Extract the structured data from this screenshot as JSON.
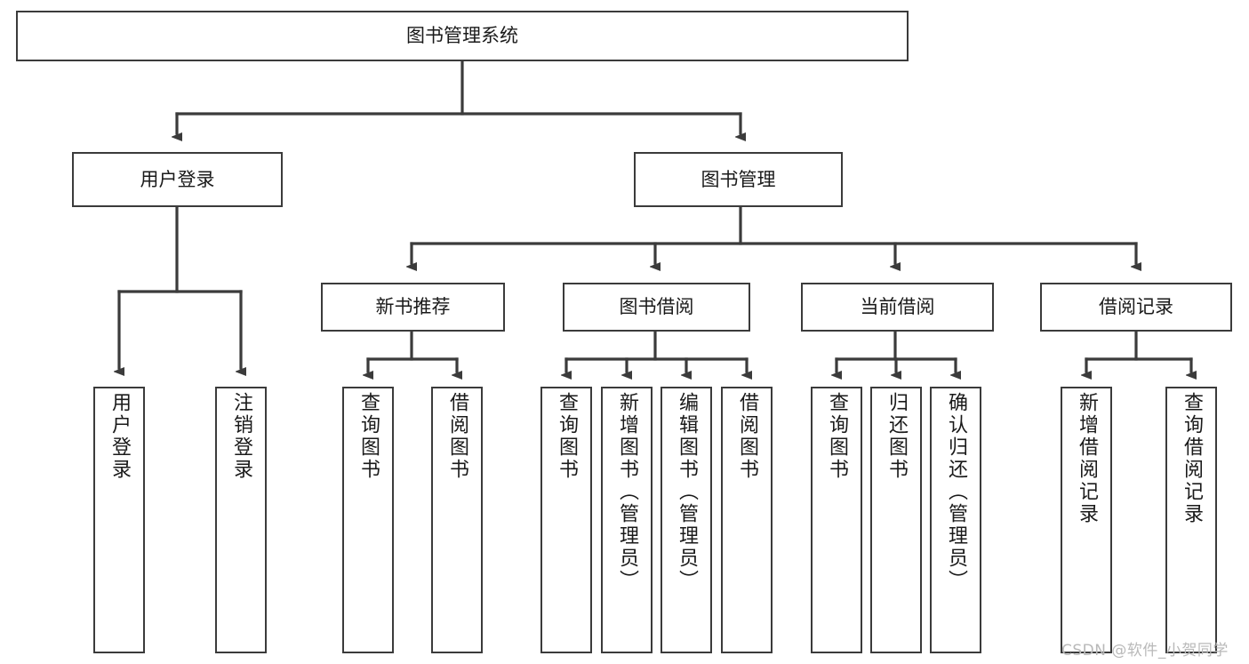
{
  "diagram": {
    "type": "tree",
    "title": "图书管理系统",
    "watermark": "CSDN @软件_小贺同学",
    "colors": {
      "stroke": "#3b3b3b",
      "fill": "#ffffff",
      "text": "#1a1a1a",
      "watermark": "#b9b9b9"
    },
    "nodes": {
      "root": {
        "label": "图书管理系统"
      },
      "user_login": {
        "label": "用户登录"
      },
      "book_manage": {
        "label": "图书管理"
      },
      "new_book_rec": {
        "label": "新书推荐"
      },
      "book_borrow": {
        "label": "图书借阅"
      },
      "current_borrow": {
        "label": "当前借阅"
      },
      "borrow_record": {
        "label": "借阅记录"
      },
      "leaf_user_login": {
        "label": "用户登录"
      },
      "leaf_logout": {
        "label": "注销登录"
      },
      "leaf_query_book_1": {
        "label": "查询图书"
      },
      "leaf_borrow_book_1": {
        "label": "借阅图书"
      },
      "leaf_query_book_2": {
        "label": "查询图书"
      },
      "leaf_add_book": {
        "label": "新增图书（管理员）"
      },
      "leaf_edit_book": {
        "label": "编辑图书（管理员）"
      },
      "leaf_borrow_book_2": {
        "label": "借阅图书"
      },
      "leaf_query_book_3": {
        "label": "查询图书"
      },
      "leaf_return_book": {
        "label": "归还图书"
      },
      "leaf_confirm_return": {
        "label": "确认归还（管理员）"
      },
      "leaf_add_record": {
        "label": "新增借阅记录"
      },
      "leaf_query_record": {
        "label": "查询借阅记录"
      }
    },
    "edges": [
      {
        "from": "root",
        "to": "user_login"
      },
      {
        "from": "root",
        "to": "book_manage"
      },
      {
        "from": "user_login",
        "to": "leaf_user_login"
      },
      {
        "from": "user_login",
        "to": "leaf_logout"
      },
      {
        "from": "book_manage",
        "to": "new_book_rec"
      },
      {
        "from": "book_manage",
        "to": "book_borrow"
      },
      {
        "from": "book_manage",
        "to": "current_borrow"
      },
      {
        "from": "book_manage",
        "to": "borrow_record"
      },
      {
        "from": "new_book_rec",
        "to": "leaf_query_book_1"
      },
      {
        "from": "new_book_rec",
        "to": "leaf_borrow_book_1"
      },
      {
        "from": "book_borrow",
        "to": "leaf_query_book_2"
      },
      {
        "from": "book_borrow",
        "to": "leaf_add_book"
      },
      {
        "from": "book_borrow",
        "to": "leaf_edit_book"
      },
      {
        "from": "book_borrow",
        "to": "leaf_borrow_book_2"
      },
      {
        "from": "current_borrow",
        "to": "leaf_query_book_3"
      },
      {
        "from": "current_borrow",
        "to": "leaf_return_book"
      },
      {
        "from": "current_borrow",
        "to": "leaf_confirm_return"
      },
      {
        "from": "borrow_record",
        "to": "leaf_add_record"
      },
      {
        "from": "borrow_record",
        "to": "leaf_query_record"
      }
    ]
  }
}
